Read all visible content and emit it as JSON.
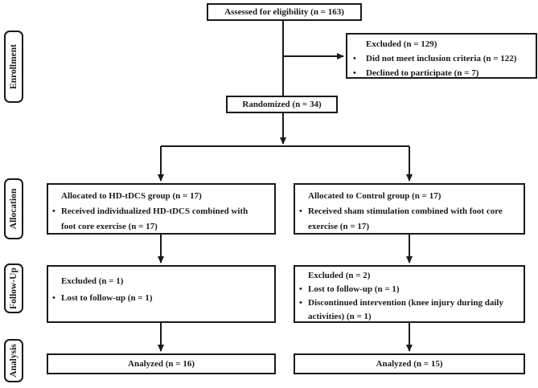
{
  "diagram": {
    "type": "consort-flow-diagram",
    "bullet_char": "•",
    "colors": {
      "line": "#1a1a1a",
      "box_border": "#1a1a1a",
      "text": "#1a1a1a",
      "background": "#ffffff"
    },
    "stage_labels": {
      "enrollment": "Enrollment",
      "allocation": "Allocation",
      "followup": "Follow-Up",
      "analysis": "Analysis"
    },
    "boxes": {
      "assessed": {
        "title": "Assessed for eligibility (n = 163)"
      },
      "excluded_enrollment": {
        "title": "Excluded (n = 129)",
        "bullets": [
          "Did not meet inclusion criteria (n = 122)",
          "Declined to participate (n = 7)"
        ]
      },
      "randomized": {
        "title": "Randomized (n = 34)"
      },
      "alloc_left": {
        "title": "Allocated to HD-tDCS group (n = 17)",
        "bullets": [
          "Received individualized HD-tDCS combined with foot core exercise (n = 17)"
        ]
      },
      "alloc_right": {
        "title": "Allocated to Control group (n = 17)",
        "bullets": [
          "Received sham stimulation combined with foot core exercise (n = 17)"
        ]
      },
      "followup_left": {
        "title": "Excluded (n = 1)",
        "bullets": [
          "Lost to follow-up (n = 1)"
        ]
      },
      "followup_right": {
        "title": "Excluded (n = 2)",
        "bullets": [
          "Lost to follow-up (n = 1)",
          "Discontinued intervention (knee injury during daily activities) (n = 1)"
        ]
      },
      "analyzed_left": {
        "title": "Analyzed (n = 16)"
      },
      "analyzed_right": {
        "title": "Analyzed (n = 15)"
      }
    }
  }
}
